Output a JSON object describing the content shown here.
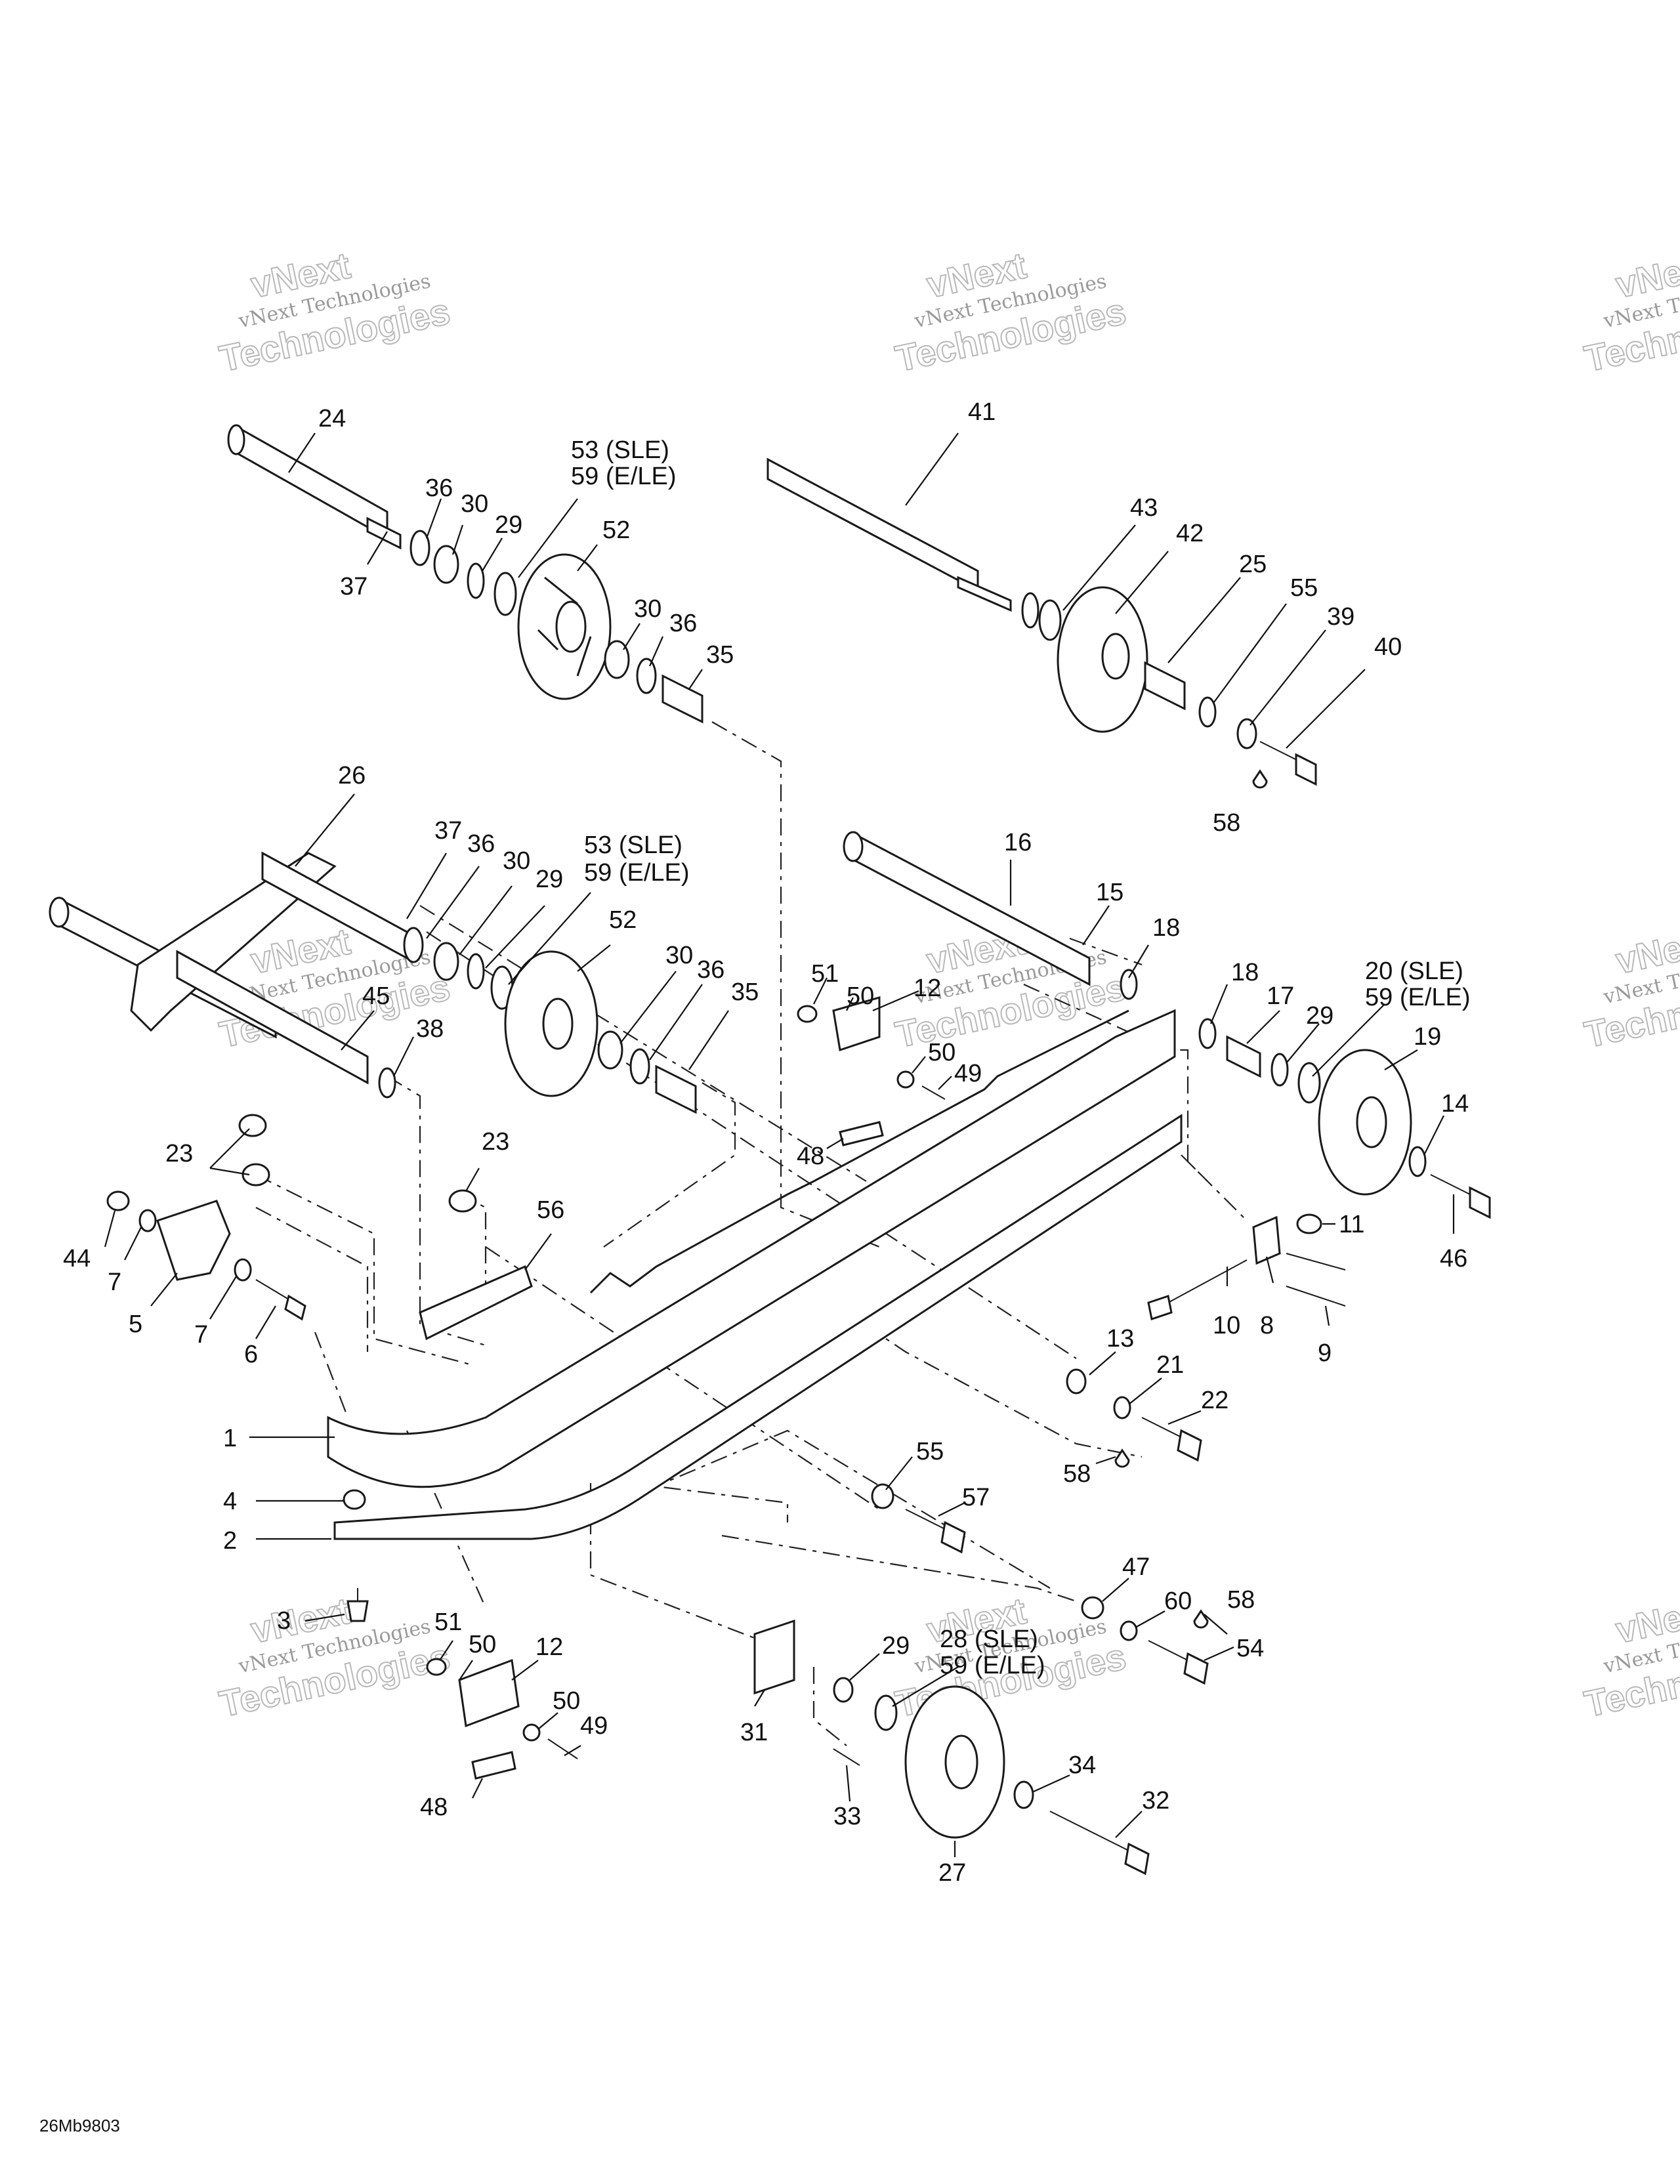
{
  "drawing_code": "26Mb9803",
  "watermark": {
    "line1": "vNext Technologies",
    "line2": "Technologies",
    "line3": "vNext"
  },
  "callouts": {
    "c1": "1",
    "c2": "2",
    "c3": "3",
    "c4": "4",
    "c5": "5",
    "c6": "6",
    "c7a": "7",
    "c7b": "7",
    "c8": "8",
    "c9": "9",
    "c10": "10",
    "c11": "11",
    "c12a": "12",
    "c12b": "12",
    "c13": "13",
    "c14": "14",
    "c15": "15",
    "c16": "16",
    "c17": "17",
    "c18a": "18",
    "c18b": "18",
    "c19": "19",
    "c20a": "20 (SLE)",
    "c20b": "59 (E/LE)",
    "c21": "21",
    "c22": "22",
    "c23a": "23",
    "c23b": "23",
    "c24": "24",
    "c25": "25",
    "c26": "26",
    "c27": "27",
    "c28a": "28 (SLE)",
    "c28b": "59 (E/LE)",
    "c29a": "29",
    "c29b": "29",
    "c29c": "29",
    "c29d": "29",
    "c30a": "30",
    "c30b": "30",
    "c30c": "30",
    "c30d": "30",
    "c31": "31",
    "c32": "32",
    "c33": "33",
    "c34": "34",
    "c35a": "35",
    "c35b": "35",
    "c36a": "36",
    "c36b": "36",
    "c36c": "36",
    "c36d": "36",
    "c37a": "37",
    "c37b": "37",
    "c38": "38",
    "c39": "39",
    "c40": "40",
    "c41": "41",
    "c42": "42",
    "c43": "43",
    "c44": "44",
    "c45": "45",
    "c46": "46",
    "c47": "47",
    "c48a": "48",
    "c48b": "48",
    "c49a": "49",
    "c49b": "49",
    "c50a": "50",
    "c50b": "50",
    "c50c": "50",
    "c50d": "50",
    "c51a": "51",
    "c51b": "51",
    "c52a": "52",
    "c52b": "52",
    "c53a": "53 (SLE)",
    "c53b": "59 (E/LE)",
    "c53c": "53 (SLE)",
    "c53d": "59 (E/LE)",
    "c54": "54",
    "c55a": "55",
    "c55b": "55",
    "c56": "56",
    "c57": "57",
    "c58a": "58",
    "c58b": "58",
    "c58c": "58",
    "c60": "60"
  }
}
